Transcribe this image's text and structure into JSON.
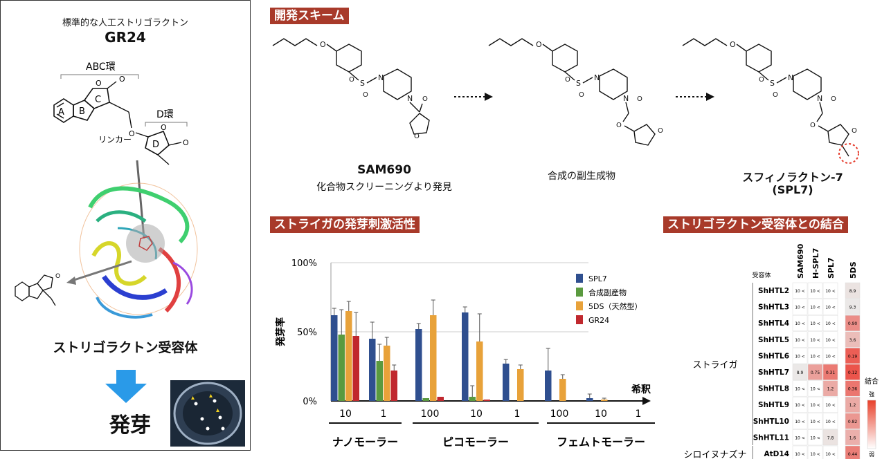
{
  "left": {
    "subtitle": "標準的な人工ストリゴラクトン",
    "title": "GR24",
    "abc_ring": "ABC環",
    "d_ring": "D環",
    "ring_a": "A",
    "ring_b": "B",
    "ring_c": "C",
    "ring_d": "D",
    "linker": "リンカー",
    "receptor": "ストリゴラクトン受容体",
    "germination": "発芽"
  },
  "scheme": {
    "title": "開発スキーム",
    "compound1_name": "SAM690",
    "compound1_desc": "化合物スクリーニングより発見",
    "compound2_name": "合成の副生成物",
    "compound3_name": "スフィノラクトン-7",
    "compound3_abbr": "(SPL7)"
  },
  "activity": {
    "title": "ストライガの発芽刺激活性"
  },
  "binding": {
    "title": "ストリゴラクトン受容体との結合"
  },
  "chart_data": [
    {
      "type": "bar",
      "title": "ストライガの発芽刺激活性",
      "ylabel": "発芽率",
      "xlabel": "希釈",
      "ylim": [
        0,
        100
      ],
      "yticks": [
        "0%",
        "50%",
        "100%"
      ],
      "categories": [
        "10",
        "1",
        "100",
        "10",
        "1",
        "100",
        "10",
        "1"
      ],
      "groups": [
        {
          "label": "ナノモーラー",
          "categories": [
            "10",
            "1"
          ]
        },
        {
          "label": "ピコモーラー",
          "categories": [
            "100",
            "10",
            "1"
          ]
        },
        {
          "label": "フェムトモーラー",
          "categories": [
            "100",
            "10",
            "1"
          ]
        }
      ],
      "series": [
        {
          "name": "SPL7",
          "color": "#2f4f8f",
          "values": [
            62,
            45,
            52,
            64,
            27,
            22,
            2,
            0
          ],
          "errors": [
            5,
            12,
            4,
            4,
            3,
            16,
            3,
            0
          ]
        },
        {
          "name": "合成副産物",
          "color": "#5a9a3f",
          "values": [
            48,
            29,
            2,
            3,
            0,
            0,
            0,
            0
          ],
          "errors": [
            18,
            12,
            0,
            8,
            0,
            0,
            0,
            0
          ]
        },
        {
          "name": "5DS（天然型）",
          "color": "#e8a23a",
          "values": [
            65,
            40,
            62,
            43,
            23,
            16,
            1,
            0
          ],
          "errors": [
            7,
            6,
            11,
            20,
            3,
            3,
            1,
            0
          ]
        },
        {
          "name": "GR24",
          "color": "#c0282e",
          "values": [
            47,
            22,
            3,
            1,
            0,
            0,
            0,
            0
          ],
          "errors": [
            17,
            4,
            0,
            0,
            0,
            0,
            0,
            0
          ]
        }
      ]
    },
    {
      "type": "heatmap",
      "columns": [
        "SAM690",
        "H-SPL7",
        "SPL7",
        "5DS"
      ],
      "row_header": "受容体",
      "row_groups": [
        {
          "label": "ストライガ",
          "rows": [
            "ShHTL2",
            "ShHTL3",
            "ShHTL4",
            "ShHTL5",
            "ShHTL6",
            "ShHTL7",
            "ShHTL8",
            "ShHTL9",
            "ShHTL10",
            "ShHTL11"
          ]
        },
        {
          "label": "シロイヌナズナ",
          "rows": [
            "AtD14"
          ]
        }
      ],
      "cells": [
        [
          "10 <",
          "10 <",
          "10 <",
          "8.9"
        ],
        [
          "10 <",
          "10 <",
          "10 <",
          "9.3"
        ],
        [
          "10 <",
          "10 <",
          "10 <",
          "0.90"
        ],
        [
          "10 <",
          "10 <",
          "10 <",
          "3.6"
        ],
        [
          "10 <",
          "10 <",
          "10 <",
          "0.19"
        ],
        [
          "8.9",
          "0.75",
          "0.31",
          "0.12"
        ],
        [
          "10 <",
          "10 <",
          "1.2",
          "0.36"
        ],
        [
          "10 <",
          "10 <",
          "10 <",
          "1.2"
        ],
        [
          "10 <",
          "10 <",
          "10 <",
          "0.82"
        ],
        [
          "10 <",
          "10 <",
          "7.8",
          "1.6"
        ],
        [
          "10 <",
          "10 <",
          "10 <",
          "0.44"
        ]
      ],
      "intensity": [
        [
          0,
          0,
          0,
          0.15
        ],
        [
          0,
          0,
          0,
          0.12
        ],
        [
          0,
          0,
          0,
          0.6
        ],
        [
          0,
          0,
          0,
          0.35
        ],
        [
          0,
          0,
          0,
          0.85
        ],
        [
          0.12,
          0.5,
          0.7,
          0.9
        ],
        [
          0,
          0,
          0.45,
          0.72
        ],
        [
          0,
          0,
          0,
          0.45
        ],
        [
          0,
          0,
          0,
          0.55
        ],
        [
          0,
          0,
          0.15,
          0.42
        ],
        [
          0,
          0,
          0,
          0.68
        ]
      ],
      "legend": {
        "label": "結合",
        "high": "強",
        "low": "弱"
      }
    }
  ]
}
